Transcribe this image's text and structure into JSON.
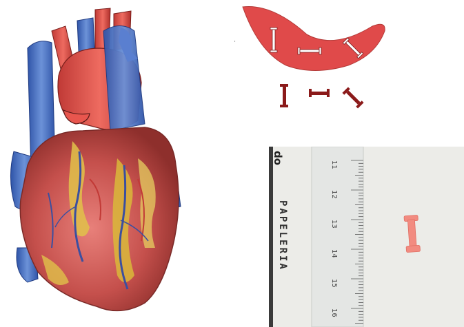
{
  "figure": {
    "photo": {
      "brand_partial": "do",
      "brand_name": "PAPELERIA",
      "ruler_numbers": [
        "11",
        "12",
        "13",
        "14",
        "15",
        "16"
      ]
    },
    "colors": {
      "tissue_red": "#e04a4a",
      "dark_marker_red": "#8b1a1a",
      "sample_pink": "#f28b80",
      "artery_blue": "#4a72c4",
      "fat_yellow": "#e0c24a"
    },
    "icons": [
      "heart-illustration",
      "tissue-strip",
      "pointer-arrow",
      "dogbone-specimen"
    ]
  }
}
